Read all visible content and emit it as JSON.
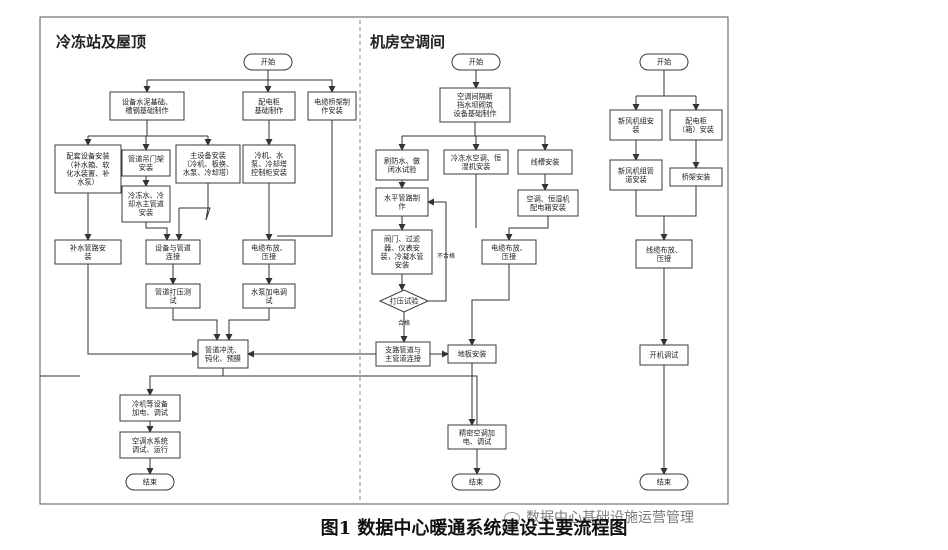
{
  "diagram": {
    "sections": [
      {
        "id": "left",
        "title": "冷冻站及屋顶"
      },
      {
        "id": "mid",
        "title": "机房空调间"
      }
    ],
    "nodes": [
      {
        "id": "L_start",
        "text": "开始",
        "shape": "terminal"
      },
      {
        "id": "L1a",
        "text": "设备水泥基础、|槽钢基础制作",
        "shape": "box"
      },
      {
        "id": "L1b",
        "text": "配电柜|基础制作",
        "shape": "box"
      },
      {
        "id": "L1c",
        "text": "电缆桥架制|作安装",
        "shape": "box"
      },
      {
        "id": "L2a",
        "text": "配套设备安装|（补水箱、软|化水装置、补|水泵）",
        "shape": "box"
      },
      {
        "id": "L2b",
        "text": "管道吊门架|安装",
        "shape": "box"
      },
      {
        "id": "L2c",
        "text": "主设备安装|（冷机、板换、|水泵、冷却塔）",
        "shape": "box"
      },
      {
        "id": "L2d",
        "text": "冷机、水|泵、冷却塔|控制柜安装",
        "shape": "box"
      },
      {
        "id": "L3",
        "text": "冷冻水、冷|却水主管道|安装",
        "shape": "box"
      },
      {
        "id": "L4a",
        "text": "补水管路安|装",
        "shape": "box"
      },
      {
        "id": "L4b",
        "text": "设备与管道|连接",
        "shape": "box"
      },
      {
        "id": "L4c",
        "text": "电缆布放、|压接",
        "shape": "box"
      },
      {
        "id": "L5a",
        "text": "管道打压测|试",
        "shape": "box"
      },
      {
        "id": "L5b",
        "text": "水泵加电调|试",
        "shape": "box"
      },
      {
        "id": "L6",
        "text": "管道冲洗、|钝化、预膜",
        "shape": "box"
      },
      {
        "id": "L7",
        "text": "冷机等设备|加电、调试",
        "shape": "box"
      },
      {
        "id": "L8",
        "text": "空调水系统|调试、运行",
        "shape": "box"
      },
      {
        "id": "L_end",
        "text": "结束",
        "shape": "terminal"
      },
      {
        "id": "M_start",
        "text": "开始",
        "shape": "terminal"
      },
      {
        "id": "M1",
        "text": "空调间隔断|挡水坝砌筑|设备基础制作",
        "shape": "box"
      },
      {
        "id": "M2a",
        "text": "刷防水、做|闭水试验",
        "shape": "box"
      },
      {
        "id": "M2b",
        "text": "冷冻水空调、恒|湿机安装",
        "shape": "box"
      },
      {
        "id": "M2c",
        "text": "线槽安装",
        "shape": "box"
      },
      {
        "id": "M3",
        "text": "水平管路制|作",
        "shape": "box"
      },
      {
        "id": "M3c",
        "text": "空调、恒湿机|配电箱安装",
        "shape": "box"
      },
      {
        "id": "M4",
        "text": "阀门、过滤|器、仪表安|装，冷凝水管|安装",
        "shape": "box"
      },
      {
        "id": "M4c",
        "text": "电缆布放、|压接",
        "shape": "box"
      },
      {
        "id": "M5",
        "text": "打压试验",
        "shape": "diamond"
      },
      {
        "id": "M6",
        "text": "支路管道与|主管道连接",
        "shape": "box"
      },
      {
        "id": "M7",
        "text": "地板安装",
        "shape": "box"
      },
      {
        "id": "M8",
        "text": "精密空调加|电、调试",
        "shape": "box"
      },
      {
        "id": "M_end",
        "text": "结束",
        "shape": "terminal"
      },
      {
        "id": "R_start",
        "text": "开始",
        "shape": "terminal"
      },
      {
        "id": "R1a",
        "text": "新风机组安|装",
        "shape": "box"
      },
      {
        "id": "R1b",
        "text": "配电柜|（箱）安装",
        "shape": "box"
      },
      {
        "id": "R2a",
        "text": "新风机组管|道安装",
        "shape": "box"
      },
      {
        "id": "R2b",
        "text": "桥架安装",
        "shape": "box"
      },
      {
        "id": "R3",
        "text": "线缆布放、|压接",
        "shape": "box"
      },
      {
        "id": "R4",
        "text": "开机调试",
        "shape": "box"
      },
      {
        "id": "R_end",
        "text": "结束",
        "shape": "terminal"
      }
    ],
    "edge_labels": {
      "fail": "不合格",
      "pass": "合格"
    }
  },
  "caption": "图1 数据中心暖通系统建设主要流程图",
  "watermark": "数据中心基础设施运营管理"
}
